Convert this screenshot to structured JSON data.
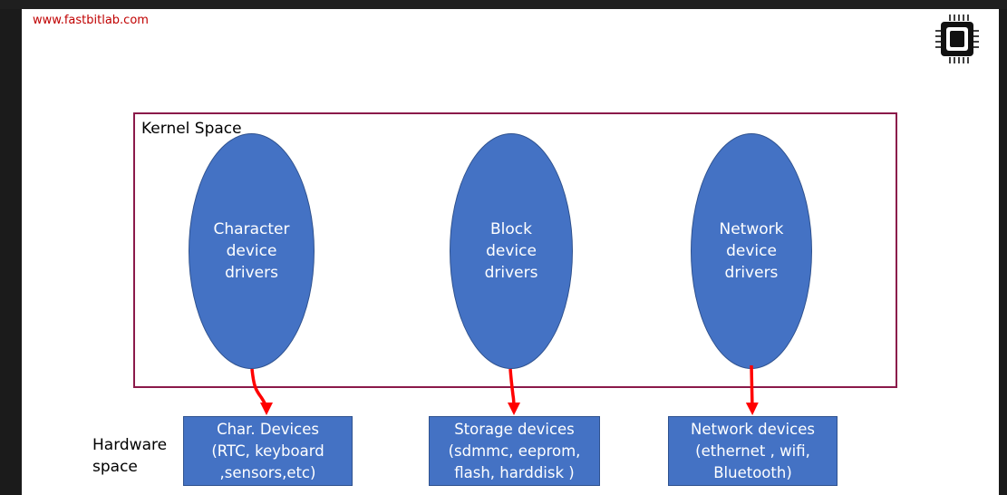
{
  "watermark": {
    "url": "www.fastbitlab.com"
  },
  "logo": {
    "icon": "chip-icon"
  },
  "kernel_space": {
    "label": "Kernel Space",
    "border_color": "#8b1a4a",
    "drivers": [
      {
        "text": "Character\ndevice\ndrivers"
      },
      {
        "text": "Block\ndevice\ndrivers"
      },
      {
        "text": "Network\ndevice\ndrivers"
      }
    ]
  },
  "hardware_space": {
    "label": "Hardware\nspace",
    "devices": [
      {
        "text": "Char. Devices\n(RTC, keyboard\n,sensors,etc)"
      },
      {
        "text": "Storage devices\n(sdmmc, eeprom,\nflash, harddisk )"
      },
      {
        "text": "Network devices\n(ethernet , wifi,\nBluetooth)"
      }
    ]
  },
  "colors": {
    "shape_fill": "#4472c4",
    "arrow": "#ff0000",
    "url_text": "#c00000"
  }
}
